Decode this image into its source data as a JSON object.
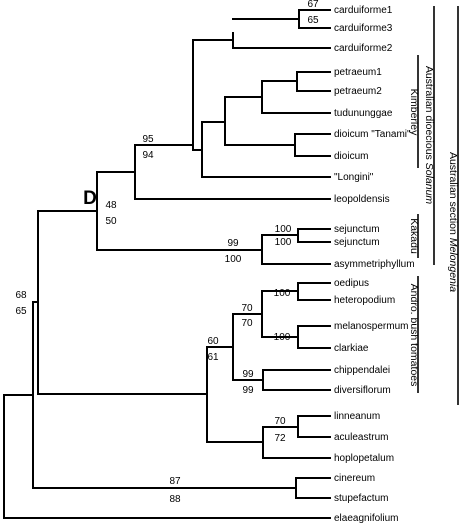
{
  "node_marker": "D",
  "taxa": [
    "carduiforme1",
    "carduiforme3",
    "carduiforme2",
    "petraeum1",
    "petraeum2",
    "tudununggae",
    "dioicum \"Tanami\"",
    "dioicum",
    "\"Longini\"",
    "leopoldensis",
    "sejunctum",
    "sejunctum",
    "asymmetriphyllum",
    "oedipus",
    "heteropodium",
    "melanospermum",
    "clarkiae",
    "chippendalei",
    "diversiflorum",
    "linneanum",
    "aculeastrum",
    "hoplopetalum",
    "cinereum",
    "stupefactum",
    "elaeagnifolium"
  ],
  "support": [
    {
      "id": "carduiforme1-3",
      "above": "67",
      "below": "65"
    },
    {
      "id": "kimberley-core",
      "above": "95",
      "below": "94"
    },
    {
      "id": "australian-dioecious",
      "above": "48",
      "below": "50"
    },
    {
      "id": "kakadu",
      "above": "99",
      "below": "100"
    },
    {
      "id": "sejunctum-pair",
      "above": "100",
      "below": "100"
    },
    {
      "id": "melongena-root",
      "above": "68",
      "below": "65"
    },
    {
      "id": "bush-tomato-core",
      "above": "60",
      "below": "61"
    },
    {
      "id": "oedipus-clarkiae",
      "above": "70",
      "below": "70"
    },
    {
      "id": "oedipus-heteropodium",
      "above": "100",
      "below": ""
    },
    {
      "id": "melanospermum-clarkiae",
      "above": "100",
      "below": ""
    },
    {
      "id": "chippendalei-diversiflorum",
      "above": "99",
      "below": "99"
    },
    {
      "id": "linneanum-aculeastrum",
      "above": "70",
      "below": "72"
    },
    {
      "id": "cinereum-stupefactum",
      "above": "87",
      "below": "88"
    }
  ],
  "groups": {
    "kimberley": "Kimberley",
    "kakadu": "Kakadu",
    "andro": "Andro. bush tomatoes",
    "dioecious_prefix": "Australian dioecious ",
    "dioecious_italic": "Solanum",
    "section_prefix": "Australian section ",
    "section_italic": "Melongenia"
  }
}
